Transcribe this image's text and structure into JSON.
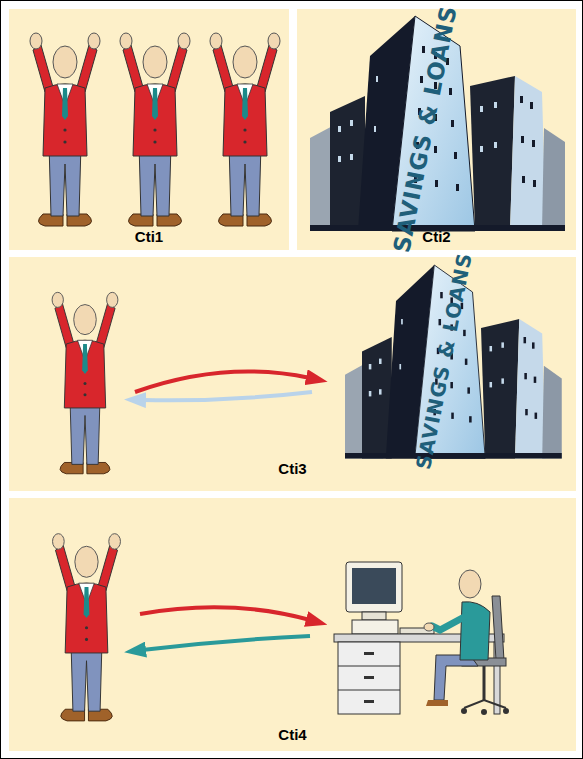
{
  "diagram": {
    "nodes": [
      {
        "text": [
          "Cti1"
        ]
      },
      {
        "text": [
          "Cti2"
        ]
      },
      {
        "text": [
          "Cti3"
        ]
      },
      {
        "text": [
          "Cti4"
        ]
      }
    ],
    "labels": [
      "SAVINGS & LOANS",
      "SAVINGS & LOANS"
    ]
  }
}
